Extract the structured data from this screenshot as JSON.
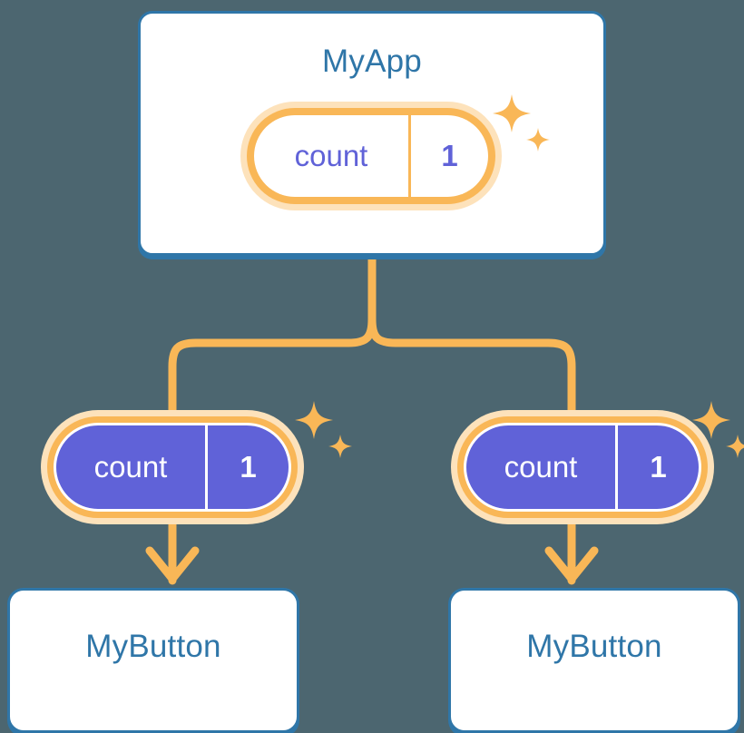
{
  "theme": {
    "background": "#4c6670",
    "card_border": "#2f76a8",
    "card_fill": "#ffffff",
    "title_text": "#2f76a8",
    "pill_ring": "#f9b757",
    "pill_halo": "#fde2bb",
    "pill_fill_indigo": "#6062d8",
    "pill_text_indigo": "#6062d8",
    "pill_text_white": "#ffffff",
    "connector": "#f9b757"
  },
  "diagram": {
    "type": "component-tree",
    "root": {
      "title": "MyApp",
      "state": {
        "key": "count",
        "value": "1"
      }
    },
    "children": [
      {
        "title": "MyButton",
        "prop": {
          "key": "count",
          "value": "1"
        }
      },
      {
        "title": "MyButton",
        "prop": {
          "key": "count",
          "value": "1"
        }
      }
    ]
  },
  "icons": {
    "sparkle_large": "sparkle-large-icon",
    "sparkle_small": "sparkle-small-icon",
    "arrow_down": "arrow-down-icon",
    "fork_connector": "fork-connector-icon"
  }
}
